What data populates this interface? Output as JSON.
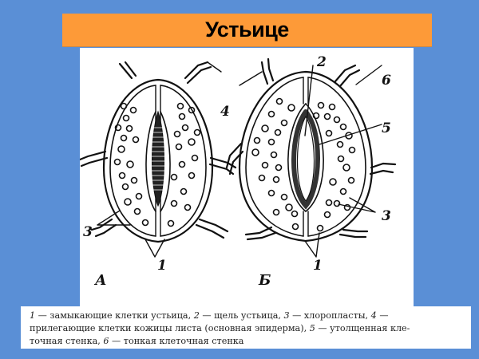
{
  "slide": {
    "title": "Устьице",
    "colors": {
      "background": "#5a8fd6",
      "title_bar": "#fd9a38",
      "panel": "#ffffff",
      "ink": "#111111"
    }
  },
  "figure": {
    "panels": [
      {
        "id": "A",
        "label": "А",
        "state": "closed stoma",
        "callouts": [
          "4",
          "3",
          "1"
        ]
      },
      {
        "id": "B",
        "label": "Б",
        "state": "open stoma",
        "callouts": [
          "2",
          "6",
          "5",
          "3",
          "1"
        ]
      }
    ],
    "labels": {
      "a_panel": "А",
      "b_panel": "Б",
      "a_4": "4",
      "a_3": "3",
      "a_1": "1",
      "b_2": "2",
      "b_6": "6",
      "b_5": "5",
      "b_3": "3",
      "b_1": "1"
    }
  },
  "legend": {
    "items": [
      {
        "num": "1",
        "text": "замыкающие клетки устьица"
      },
      {
        "num": "2",
        "text": "щель устьица"
      },
      {
        "num": "3",
        "text": "хлоропласты"
      },
      {
        "num": "4",
        "text": "прилегающие клетки кожицы листа (основная эпидерма)"
      },
      {
        "num": "5",
        "text": "утолщенная клеточная стенка"
      },
      {
        "num": "6",
        "text": "тонкая клеточная стенка"
      }
    ],
    "line1": {
      "n1": "1",
      "t1": " — замыкающие клетки устьица, ",
      "n2": "2",
      "t2": " — щель устьица, ",
      "n3": "3",
      "t3": " — хлоропласты, ",
      "n4": "4",
      "t4": " —"
    },
    "line2": {
      "t1": "прилегающие клетки кожицы листа (основная эпидерма), ",
      "n5": "5",
      "t2": " — утолщенная кле-"
    },
    "line3": {
      "t1": "точная стенка, ",
      "n6": "6",
      "t2": " — тонкая клеточная стенка"
    }
  }
}
